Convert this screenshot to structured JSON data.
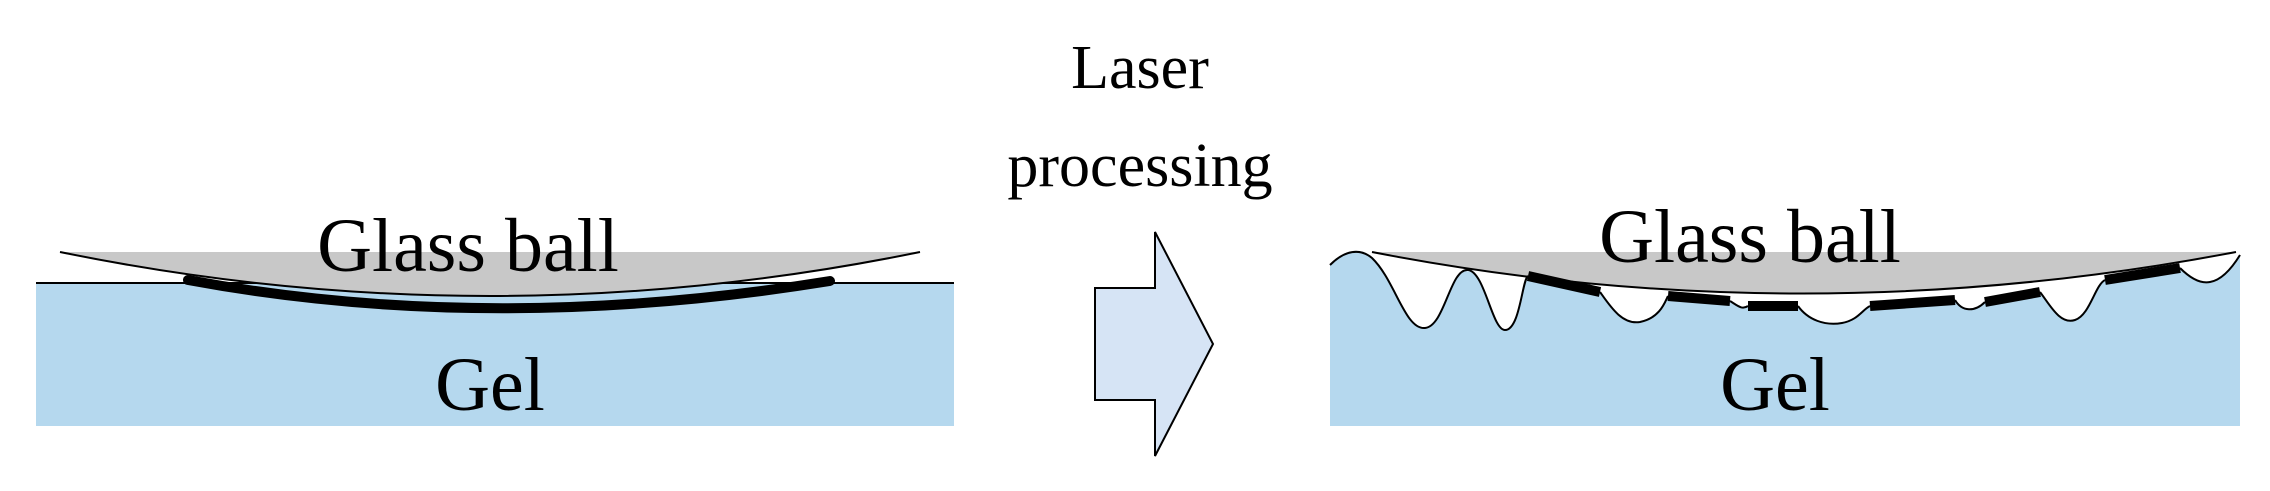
{
  "arrow_label": [
    "Laser",
    "processing"
  ],
  "before": {
    "ball_label": "Glass ball",
    "gel_label": "Gel"
  },
  "after": {
    "ball_label": "Glass ball",
    "gel_label": "Gel"
  },
  "colors": {
    "gel": "#b5d8ee",
    "glass": "#c8c8c8",
    "arrow": "#d6e4f5",
    "outline": "#000000"
  }
}
